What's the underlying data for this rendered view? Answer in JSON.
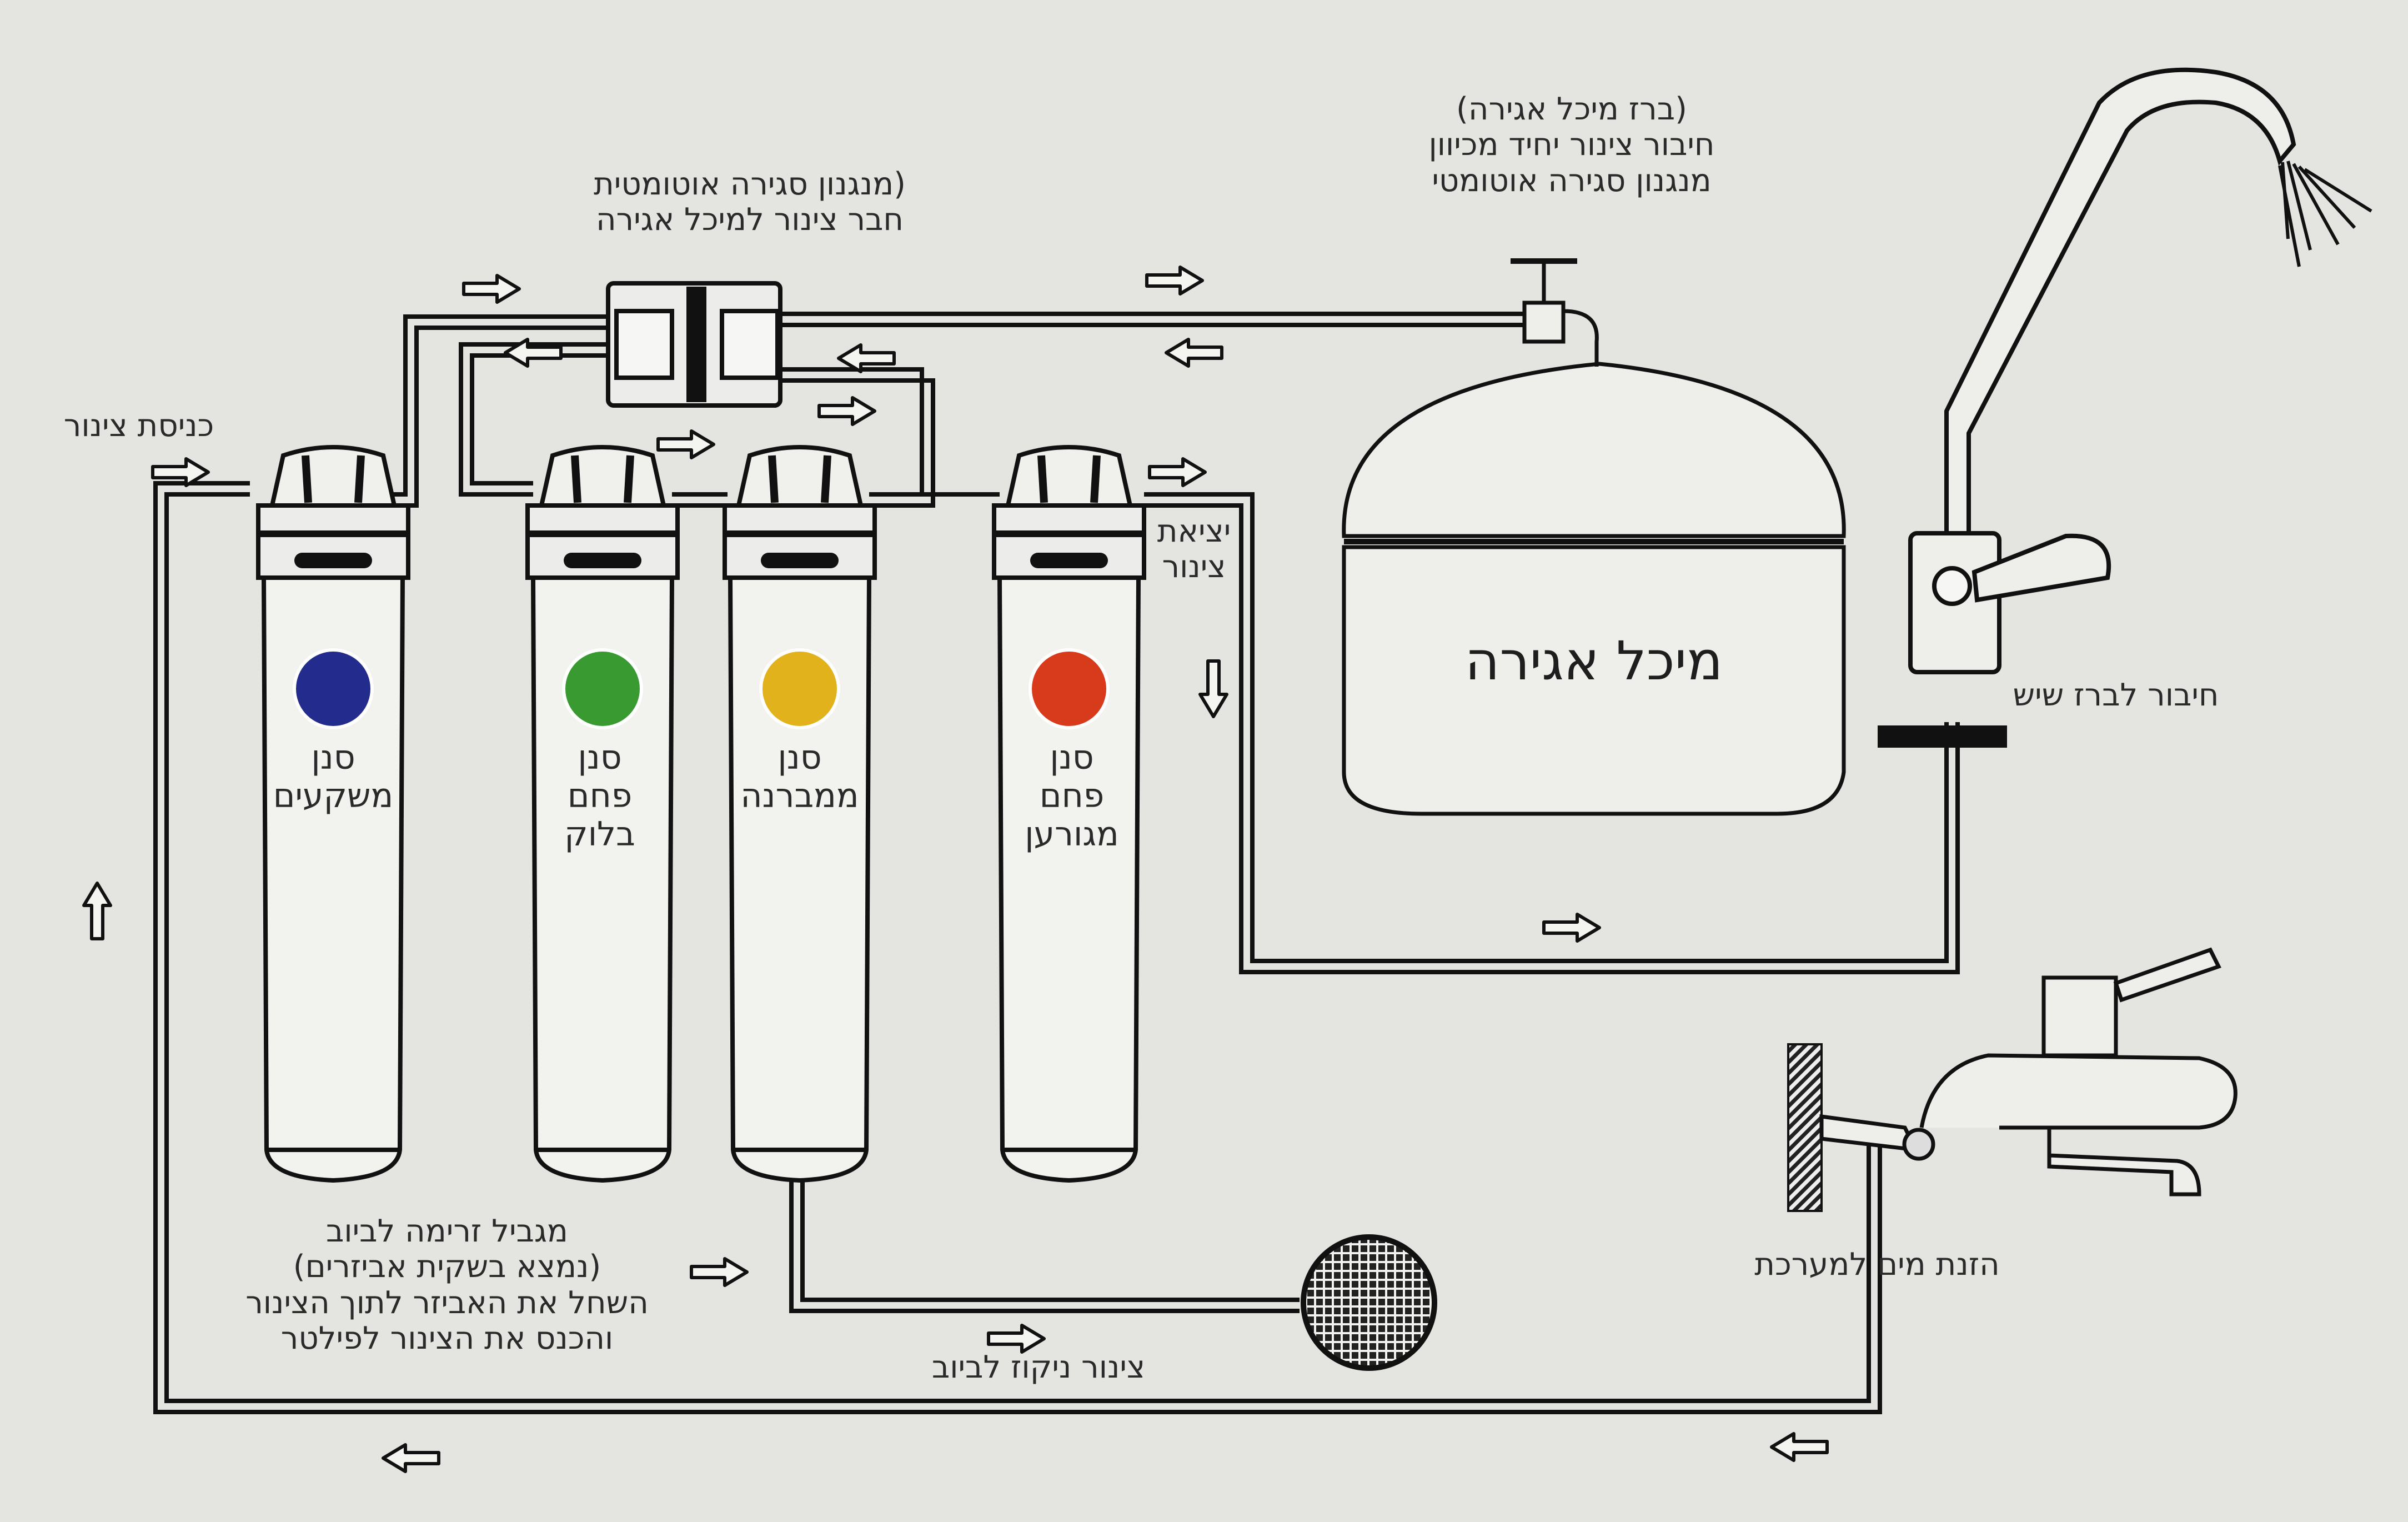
{
  "labels": {
    "inlet_pipe": "כניסת צינור",
    "auto_shutoff_top": [
      "(מנגנון סגירה אוטומטית",
      "חבר צינור למיכל אגירה"
    ],
    "tank_faucet_note": [
      "(ברז מיכל אגירה)",
      "חיבור צינור יחיד מכיוון",
      "מנגנון סגירה אוטומטי"
    ],
    "pipe_outlet": [
      "יציאת",
      "צינור"
    ],
    "storage_tank": "מיכל אגירה",
    "faucet_connection": "חיבור לברז שיש",
    "water_supply": "הזנת מים למערכת",
    "flow_limiter": [
      "מגביל זרימה לביוב",
      "(נמצא בשקית אביזרים)",
      "השחל את האביזר לתוך הצינור",
      "והכנס את הצינור לפילטר"
    ],
    "drain_pipe": "צינור ניקוז לביוב"
  },
  "filters": [
    {
      "name": [
        "סנן",
        "משקעים"
      ],
      "color": "#232b8c"
    },
    {
      "name": [
        "סנן",
        "פחם",
        "בלוק"
      ],
      "color": "#3a9a32"
    },
    {
      "name": [
        "סנן",
        "ממברנה"
      ],
      "color": "#e2b21c"
    },
    {
      "name": [
        "סנן",
        "פחם",
        "מגורען"
      ],
      "color": "#d83a1c"
    }
  ]
}
